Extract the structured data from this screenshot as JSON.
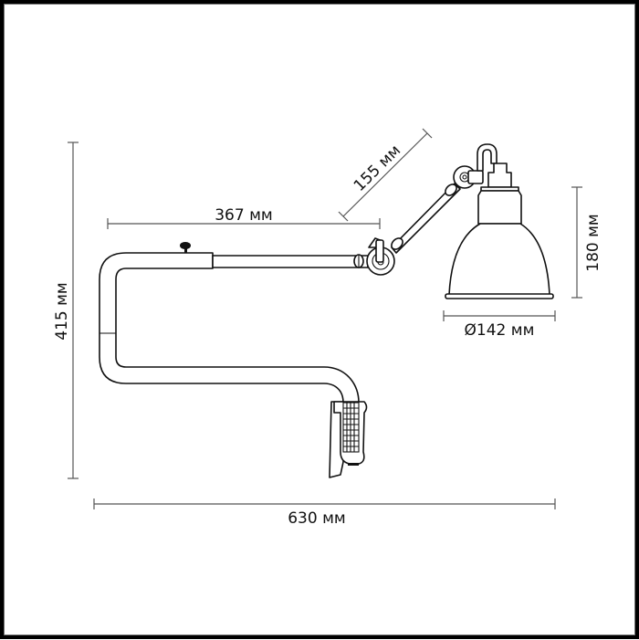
{
  "drawing": {
    "subject": "wall lamp with articulated arm and clamp",
    "line_color": "#111111",
    "dimension_color": "#555555",
    "frame_color": "#000000"
  },
  "dimensions": {
    "overall_height": {
      "label": "415 мм",
      "value": 415,
      "unit": "мм",
      "orientation": "vertical"
    },
    "lower_arm_length": {
      "label": "367 мм",
      "value": 367,
      "unit": "мм",
      "orientation": "horizontal"
    },
    "upper_arm_length": {
      "label": "155 мм",
      "value": 155,
      "unit": "мм",
      "orientation": "diagonal"
    },
    "shade_height": {
      "label": "180 мм",
      "value": 180,
      "unit": "мм",
      "orientation": "vertical"
    },
    "shade_diameter": {
      "label": "Ø142 мм",
      "value": 142,
      "unit": "мм",
      "orientation": "horizontal"
    },
    "overall_width": {
      "label": "630 мм",
      "value": 630,
      "unit": "мм",
      "orientation": "horizontal"
    }
  }
}
